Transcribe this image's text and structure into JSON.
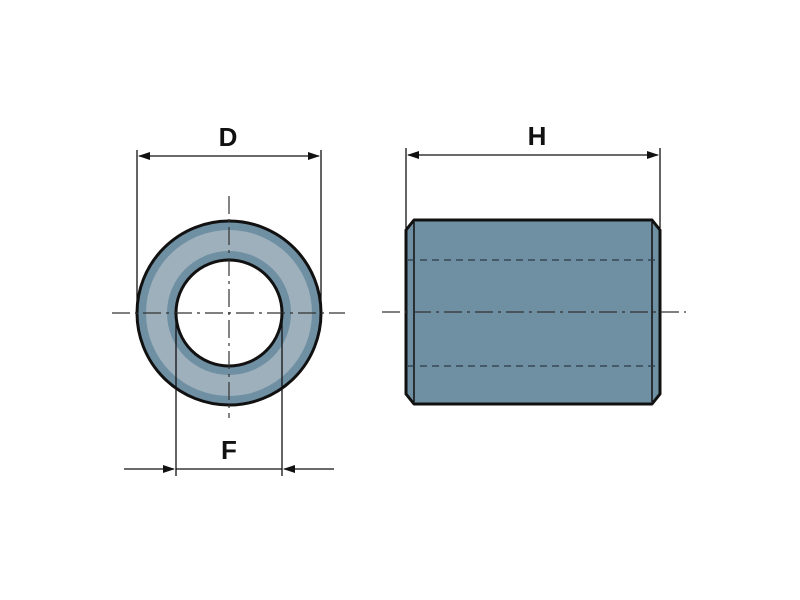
{
  "dimensions": {
    "outer_diameter_label": "D",
    "inner_diameter_label": "F",
    "height_label": "H"
  },
  "colors": {
    "body_fill": "#6f8fa3",
    "face_highlight": "#9db0bc",
    "outline": "#111111",
    "background": "#ffffff"
  }
}
